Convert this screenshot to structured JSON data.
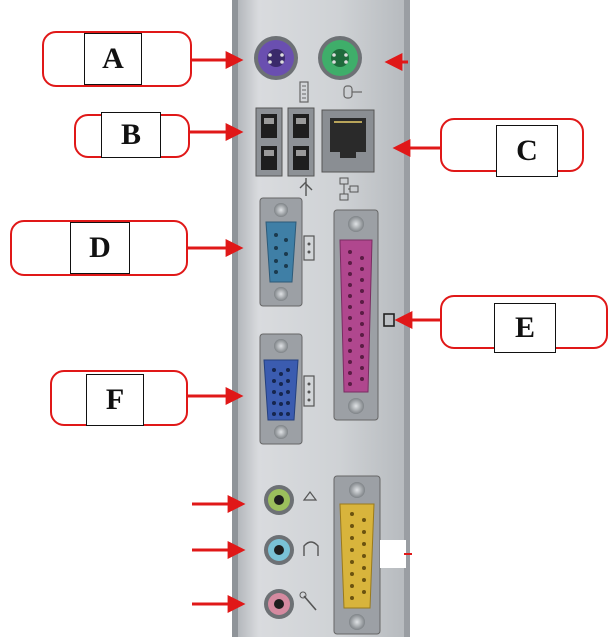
{
  "labels": {
    "a": "A",
    "b": "B",
    "c": "C",
    "d": "D",
    "e": "E",
    "f": "F"
  },
  "colors": {
    "callout": "#e01818",
    "panel": "#c9ccd0",
    "ps2_mouse": "#6a4fb0",
    "ps2_keyboard": "#3fae6a",
    "serial": "#3f7fa6",
    "parallel": "#b0478e",
    "vga": "#3b5cb0",
    "game_port": "#d8b43c",
    "audio_line_in": "#7ac2d6",
    "audio_mic": "#d58aa0",
    "audio_line_out": "#9bbf5c"
  },
  "icons": [
    "keyboard-icon",
    "mouse-icon",
    "usb-icon",
    "network-icon",
    "serial-icon",
    "printer-icon",
    "vga-icon",
    "speaker-icon",
    "headphone-icon",
    "microphone-icon"
  ]
}
